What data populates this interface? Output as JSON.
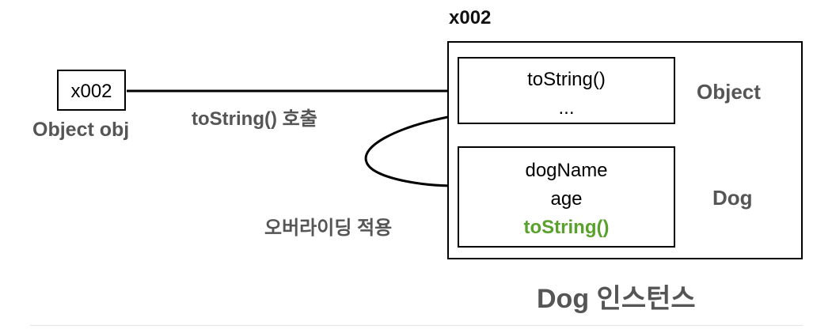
{
  "reference": {
    "address": "x002",
    "variable_label": "Object obj"
  },
  "call_label": "toString() 호출",
  "override_label": "오버라이딩 적용",
  "instance": {
    "address": "x002",
    "caption": "Dog 인스턴스",
    "object_section": {
      "name": "Object",
      "lines": [
        "toString()",
        "..."
      ]
    },
    "dog_section": {
      "name": "Dog",
      "lines": [
        "dogName",
        "age",
        "toString()"
      ]
    }
  },
  "colors": {
    "label_gray": "#555555",
    "override_green": "#5aa02c",
    "line_black": "#000000"
  }
}
